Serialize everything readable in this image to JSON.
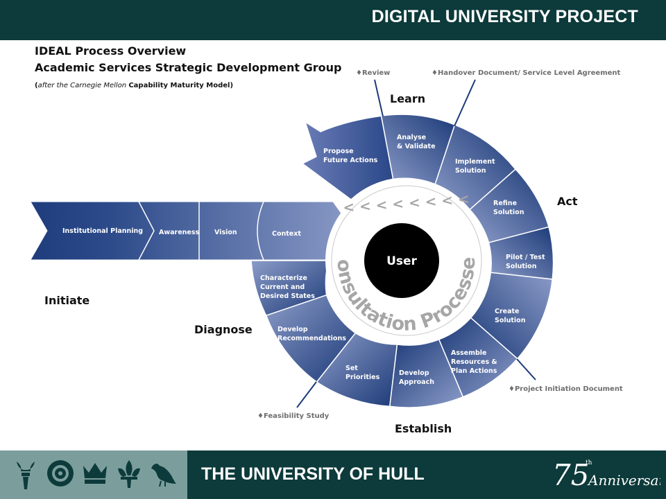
{
  "header": {
    "title": "DIGITAL UNIVERSITY PROJECT"
  },
  "diagram": {
    "title_line1": "IDEAL Process Overview",
    "title_line2": "Academic Services Strategic Development Group",
    "subtitle_paren_open": "(",
    "subtitle_italic": "after the Carnegie Mellon ",
    "subtitle_bold": "Capability Maturity Model",
    "subtitle_paren_close": ")",
    "center_label": "User",
    "ring_text": "Consultation Processes",
    "arrows_text": "< < < < < < < <",
    "phases": {
      "learn": "Learn",
      "act": "Act",
      "establish": "Establish",
      "diagnose": "Diagnose",
      "initiate": "Initiate"
    },
    "milestones": {
      "review": "♦Review",
      "handover": "♦Handover Document/ Service Level Agreement",
      "project_initiation": "♦Project Initiation Document",
      "feasibility": "♦Feasibility Study"
    },
    "arrow_steps": {
      "institutional_planning": "Institutional Planning",
      "awareness": "Awareness",
      "vision": "Vision",
      "context": "Context"
    },
    "segments": {
      "propose_1": "Propose",
      "propose_2": "Future Actions",
      "analyse_1": "Analyse",
      "analyse_2": "& Validate",
      "implement_1": "Implement",
      "implement_2": "Solution",
      "refine_1": "Refine",
      "refine_2": "Solution",
      "pilot_1": "Pilot / Test",
      "pilot_2": "Solution",
      "create_1": "Create",
      "create_2": "Solution",
      "assemble_1": "Assemble",
      "assemble_2": "Resources &",
      "assemble_3": "Plan Actions",
      "approach_1": "Develop",
      "approach_2": "Approach",
      "priorities_1": "Set",
      "priorities_2": "Priorities",
      "recommend_1": "Develop",
      "recommend_2": "Recommendations",
      "characterize_1": "Characterize",
      "characterize_2": "Current and",
      "characterize_3": "Desired States"
    }
  },
  "footer": {
    "university": "THE UNIVERSITY OF HULL",
    "anniversary_number": "75",
    "anniversary_th": "th",
    "anniversary_word": "Anniversary"
  },
  "colors": {
    "header_bg": "#0d3a3a",
    "crest_panel": "#7b9e9c",
    "segment_dark": "#1c3a78",
    "segment_light": "#7d8fc2"
  }
}
